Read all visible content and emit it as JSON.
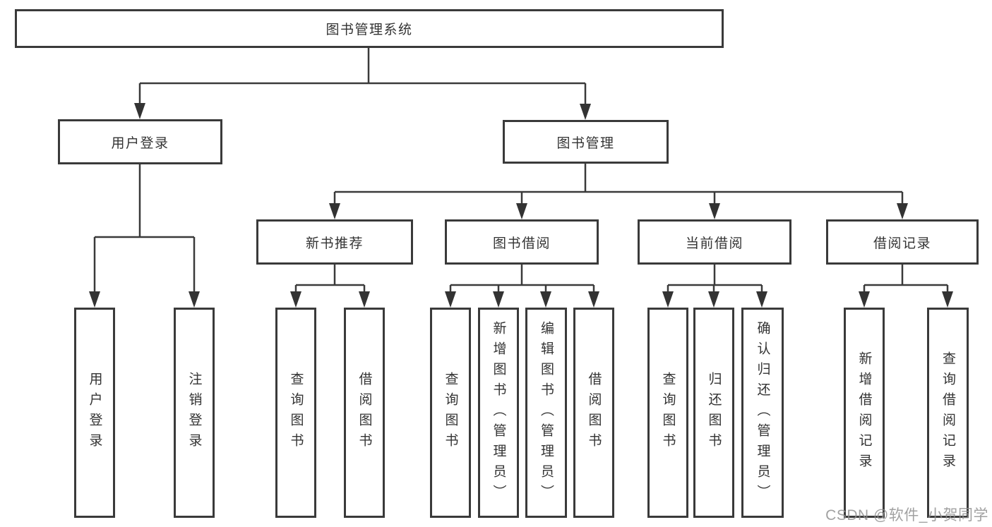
{
  "diagram": {
    "type": "hierarchy-tree",
    "title": "图书管理系统"
  },
  "colors": {
    "line": "#3a3a3a",
    "border": "#3a3a3a",
    "text": "#333333",
    "background": "#ffffff",
    "watermark": "#919191"
  },
  "nodes": {
    "root": {
      "label": "图书管理系统"
    },
    "user_login": {
      "label": "用户登录"
    },
    "book_mgmt": {
      "label": "图书管理"
    },
    "new_book_rec": {
      "label": "新书推荐"
    },
    "book_borrow": {
      "label": "图书借阅"
    },
    "current_borrow": {
      "label": "当前借阅"
    },
    "borrow_records": {
      "label": "借阅记录"
    },
    "leaf_user_login": {
      "label": "用户登录"
    },
    "leaf_logout": {
      "label": "注销登录"
    },
    "rec_query_book": {
      "label": "查询图书"
    },
    "rec_borrow_book": {
      "label": "借阅图书"
    },
    "bor_query_book": {
      "label": "查询图书"
    },
    "bor_add_book": {
      "label": "新增图书（管理员）"
    },
    "bor_edit_book": {
      "label": "编辑图书（管理员）"
    },
    "bor_borrow_book": {
      "label": "借阅图书"
    },
    "cur_query_book": {
      "label": "查询图书"
    },
    "cur_return_book": {
      "label": "归还图书"
    },
    "cur_confirm_return": {
      "label": "确认归还（管理员）"
    },
    "brec_add_record": {
      "label": "新增借阅记录"
    },
    "brec_query_record": {
      "label": "查询借阅记录"
    }
  },
  "hierarchy": {
    "图书管理系统": [
      "用户登录",
      "图书管理"
    ],
    "用户登录": [
      "用户登录",
      "注销登录"
    ],
    "图书管理": [
      "新书推荐",
      "图书借阅",
      "当前借阅",
      "借阅记录"
    ],
    "新书推荐": [
      "查询图书",
      "借阅图书"
    ],
    "图书借阅": [
      "查询图书",
      "新增图书（管理员）",
      "编辑图书（管理员）",
      "借阅图书"
    ],
    "当前借阅": [
      "查询图书",
      "归还图书",
      "确认归还（管理员）"
    ],
    "借阅记录": [
      "新增借阅记录",
      "查询借阅记录"
    ]
  },
  "watermark": {
    "text": "CSDN @软件_小贺同学"
  }
}
